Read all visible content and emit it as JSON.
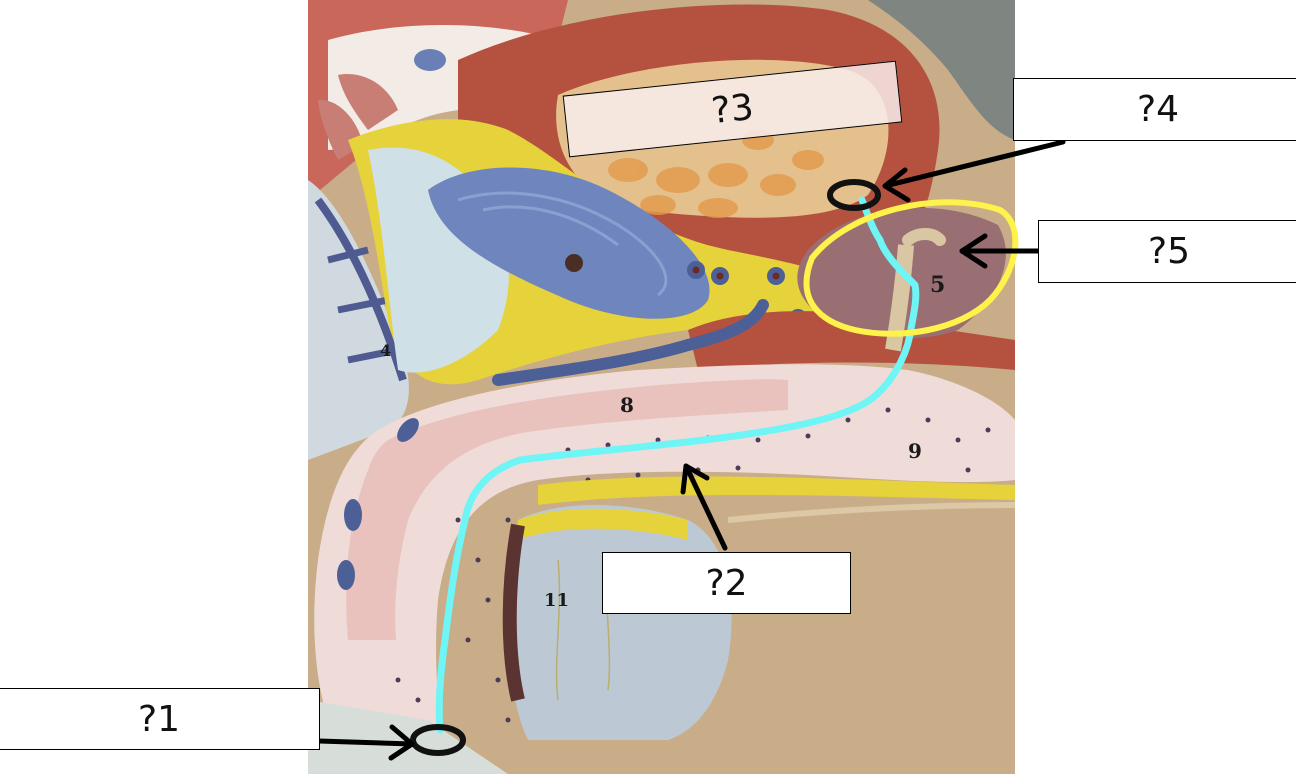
{
  "figure": {
    "type": "anatomy-model-quiz",
    "subject": "sagittal section model with highlighted urethral pathway"
  },
  "labels": [
    {
      "id": "1",
      "text": "?1",
      "target": "external opening at tip of penis"
    },
    {
      "id": "2",
      "text": "?2",
      "target": "spongy (penile) urethra"
    },
    {
      "id": "3",
      "text": "?3",
      "target": "bladder interior"
    },
    {
      "id": "4",
      "text": "?4",
      "target": "internal urethral opening (bladder neck)"
    },
    {
      "id": "5",
      "text": "?5",
      "target": "prostate gland (yellow outline)"
    }
  ],
  "model_numbers": [
    "4",
    "5",
    "8",
    "9",
    "11"
  ],
  "colors": {
    "urethra_highlight": "#6ff5f5",
    "prostate_outline": "#fff24a",
    "arrows": "#000000",
    "label_bg": "#ffffff",
    "muscle": "#b5523f",
    "fat_yellow": "#e8d23c",
    "bone_blue": "#6f86bd",
    "base_tan": "#c9b08a",
    "spongy_tissue": "#f0dcd8"
  }
}
